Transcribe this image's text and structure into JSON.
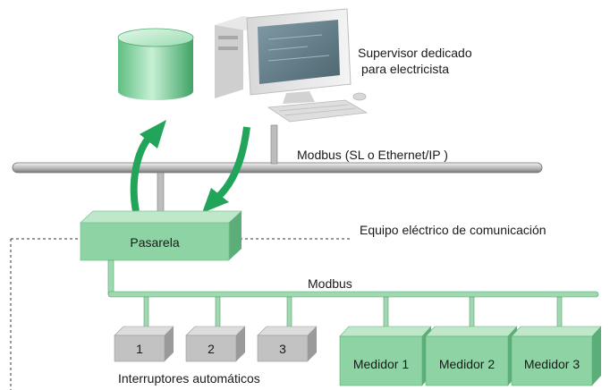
{
  "supervisor": {
    "label_line1": "Supervisor dedicado",
    "label_line2": "para electricista"
  },
  "top_bus": {
    "label": "Modbus (SL o Ethernet/IP )"
  },
  "equipment_zone": {
    "label": "Equipo eléctrico de comunicación"
  },
  "gateway": {
    "label": "Pasarela"
  },
  "field_bus": {
    "label": "Modbus"
  },
  "breakers": {
    "caption": "Interruptores automáticos",
    "items": [
      {
        "label": "1"
      },
      {
        "label": "2"
      },
      {
        "label": "3"
      }
    ]
  },
  "meters": {
    "items": [
      {
        "label": "Medidor 1"
      },
      {
        "label": "Medidor 2"
      },
      {
        "label": "Medidor 3"
      }
    ]
  },
  "colors": {
    "green_front": "#8ed3a4",
    "green_top": "#bfe8cb",
    "green_side": "#5cae78",
    "grey_front": "#c2c2c2",
    "grey_top": "#dcdcdc",
    "grey_side": "#9a9a9a",
    "arrow_green": "#22a45a"
  }
}
